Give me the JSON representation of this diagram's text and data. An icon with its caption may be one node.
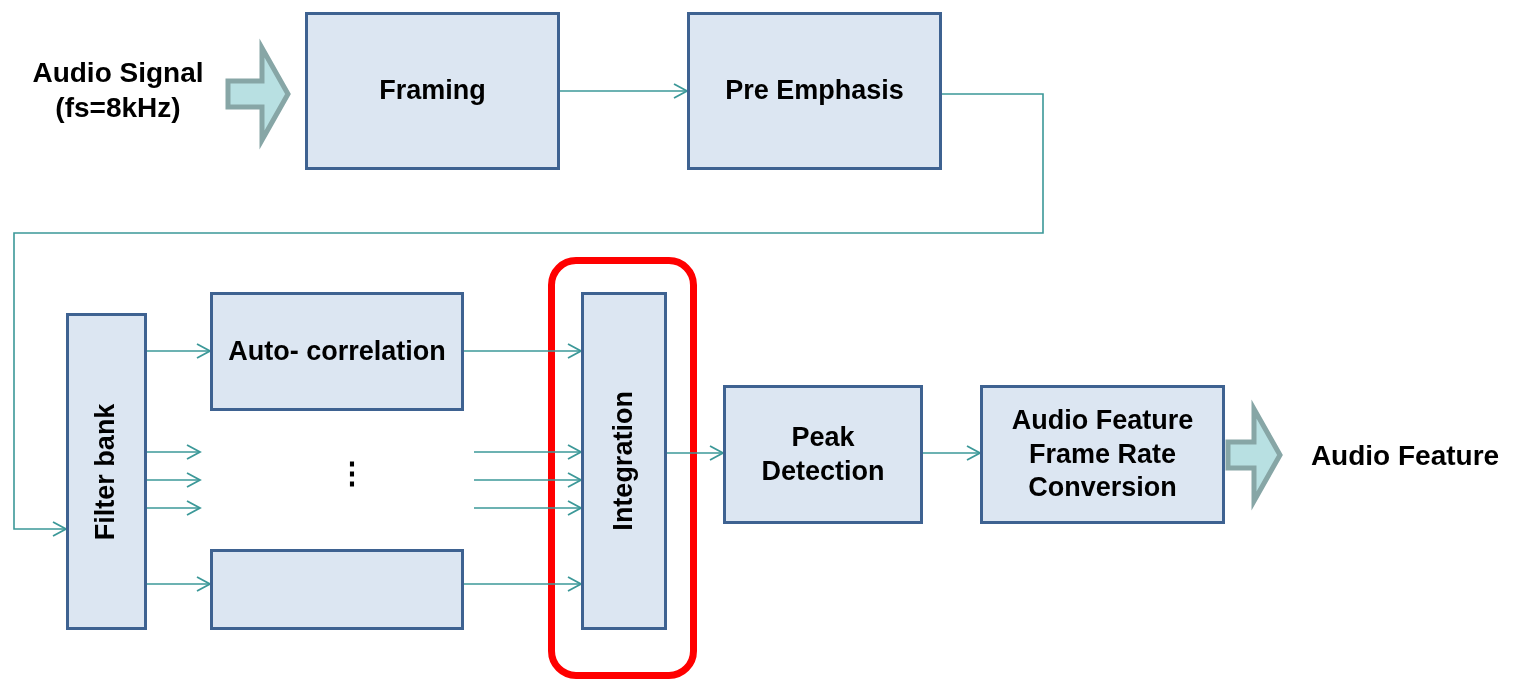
{
  "diagram": {
    "nodes": [
      {
        "text": [
          "Audio Signal (fs=8kHz)"
        ]
      },
      {
        "text": [
          "Framing"
        ]
      },
      {
        "text": [
          "Pre Emphasis"
        ]
      },
      {
        "text": [
          "Filter bank"
        ]
      },
      {
        "text": [
          "Auto- correlation"
        ]
      },
      {
        "text": [],
        "shape": "box"
      },
      {
        "text": [
          "Integration"
        ]
      },
      {
        "text": [
          "Peak Detection"
        ]
      },
      {
        "text": [
          "Audio Feature Frame Rate Conversion"
        ]
      },
      {
        "text": [
          "Audio Feature"
        ]
      }
    ],
    "edges": [
      {
        "from": 0,
        "to": 1,
        "arrow": "to",
        "style": "thick",
        "color": "#b8e0e2"
      },
      {
        "from": 1,
        "to": 2,
        "arrow": "to"
      },
      {
        "from": 2,
        "to": 3,
        "arrow": "to"
      },
      {
        "from": 3,
        "to": 4,
        "arrow": "to"
      },
      {
        "from": 3,
        "to": null,
        "arrow": "to"
      },
      {
        "from": 3,
        "to": null,
        "arrow": "to"
      },
      {
        "from": 3,
        "to": null,
        "arrow": "to"
      },
      {
        "from": 3,
        "to": 5,
        "arrow": "to"
      },
      {
        "from": 4,
        "to": 6,
        "arrow": "to"
      },
      {
        "from": null,
        "to": 6,
        "arrow": "to"
      },
      {
        "from": null,
        "to": 6,
        "arrow": "to"
      },
      {
        "from": null,
        "to": 6,
        "arrow": "to"
      },
      {
        "from": 5,
        "to": 6,
        "arrow": "to"
      },
      {
        "from": 6,
        "to": 7,
        "arrow": "to"
      },
      {
        "from": 7,
        "to": 8,
        "arrow": "to"
      },
      {
        "from": 8,
        "to": 9,
        "arrow": "to",
        "style": "thick",
        "color": "#b8e0e2"
      }
    ],
    "labels": [
      "⋮"
    ]
  }
}
